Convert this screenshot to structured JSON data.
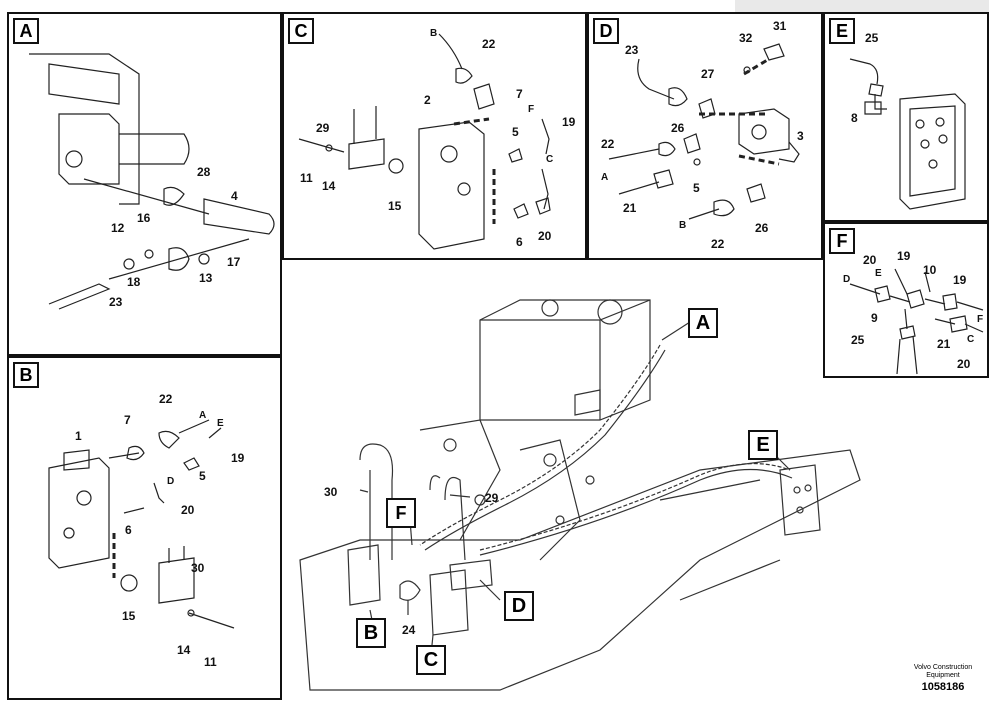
{
  "panels": {
    "A": {
      "letter": "A",
      "labels": [
        "28",
        "4",
        "16",
        "12",
        "17",
        "18",
        "13",
        "23"
      ]
    },
    "B": {
      "letter": "B",
      "labels": [
        "1",
        "7",
        "22",
        "A",
        "E",
        "19",
        "5",
        "D",
        "20",
        "6",
        "30",
        "15",
        "14",
        "11"
      ]
    },
    "C": {
      "letter": "C",
      "labels": [
        "B",
        "22",
        "7",
        "F",
        "19",
        "2",
        "29",
        "5",
        "C",
        "11",
        "14",
        "15",
        "6",
        "20"
      ]
    },
    "D": {
      "letter": "D",
      "labels": [
        "23",
        "32",
        "31",
        "27",
        "3",
        "22",
        "26",
        "A",
        "5",
        "21",
        "B",
        "22",
        "26"
      ]
    },
    "E": {
      "letter": "E",
      "labels": [
        "25",
        "8"
      ]
    },
    "F": {
      "letter": "F",
      "labels": [
        "20",
        "19",
        "10",
        "19",
        "D",
        "E",
        "F",
        "9",
        "25",
        "21",
        "C",
        "20"
      ]
    }
  },
  "main": {
    "callouts": [
      "A",
      "B",
      "C",
      "D",
      "E"
    ],
    "labels": [
      "30",
      "29",
      "24"
    ]
  },
  "footer": {
    "line1": "Volvo Construction",
    "line2": "Equipment",
    "number": "1058186"
  }
}
